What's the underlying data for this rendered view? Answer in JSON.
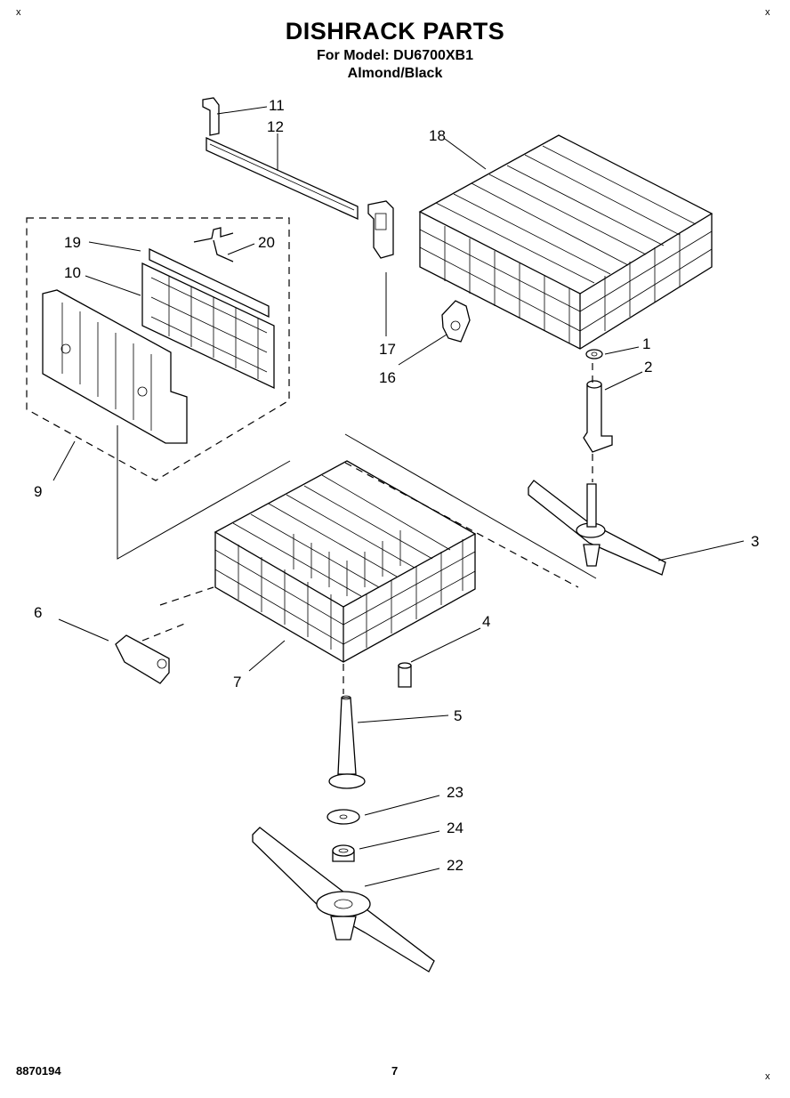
{
  "header": {
    "title": "DISHRACK PARTS",
    "model": "For Model: DU6700XB1",
    "variant": "Almond/Black"
  },
  "footer": {
    "doc_number": "8870194",
    "page_number": "7"
  },
  "corner_marks": [
    "x",
    "x",
    "x"
  ],
  "callouts": {
    "p1": "1",
    "p2": "2",
    "p3": "3",
    "p4": "4",
    "p5": "5",
    "p6": "6",
    "p7": "7",
    "p9": "9",
    "p10": "10",
    "p11": "11",
    "p12": "12",
    "p16": "16",
    "p17": "17",
    "p18": "18",
    "p19": "19",
    "p20": "20",
    "p22": "22",
    "p23": "23",
    "p24": "24"
  }
}
